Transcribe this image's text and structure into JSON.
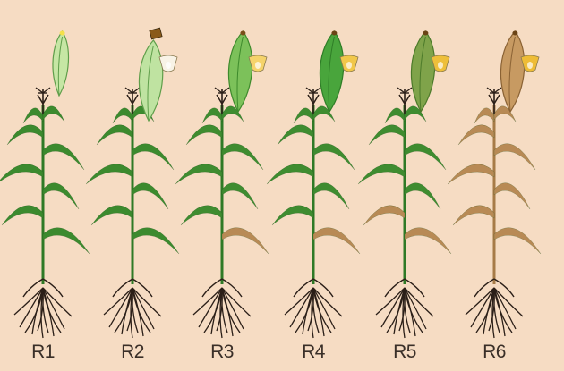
{
  "stages": [
    {
      "label": "R1",
      "leaf": "#3c8a2e",
      "husk": "#c6e6a4",
      "husk_edge": "#5f9e4a",
      "kernel": "",
      "silk": "#f4e04a",
      "old_leaves": 0
    },
    {
      "label": "R2",
      "leaf": "#3c8a2e",
      "husk": "#bfe3a1",
      "husk_edge": "#5f9e4a",
      "kernel": "#f8f3e6",
      "silk": "#8a5a1a",
      "old_leaves": 0
    },
    {
      "label": "R3",
      "leaf": "#3f8c30",
      "husk": "#7cc15a",
      "husk_edge": "#3e8a2c",
      "kernel": "#f5d36b",
      "silk": "#7a4f19",
      "old_leaves": 1
    },
    {
      "label": "R4",
      "leaf": "#3f8c30",
      "husk": "#49a53c",
      "husk_edge": "#2f7d27",
      "kernel": "#f1c74a",
      "silk": "#6b4416",
      "old_leaves": 1
    },
    {
      "label": "R5",
      "leaf": "#3f8c30",
      "husk": "#7fa34a",
      "husk_edge": "#4c7a2a",
      "kernel": "#eebf3a",
      "silk": "#6b4416",
      "old_leaves": 2
    },
    {
      "label": "R6",
      "leaf": "#b88a55",
      "husk": "#c79a62",
      "husk_edge": "#8a6234",
      "kernel": "#eebc36",
      "silk": "#6b4416",
      "old_leaves": 5
    }
  ]
}
